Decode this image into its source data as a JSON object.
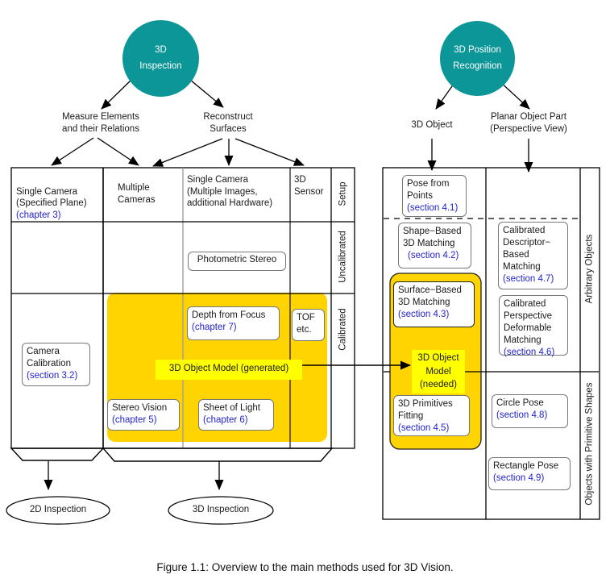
{
  "colors": {
    "teal": "#0d9698",
    "gold": "#ffd400",
    "highlight": "#ffff00",
    "link_blue": "#2323cc"
  },
  "figure": {
    "caption": "Figure 1.1: Overview to the main methods used for 3D Vision."
  },
  "left": {
    "root": "3D\nInspection",
    "branches": {
      "measure": "Measure Elements\nand their Relations",
      "reconstruct": "Reconstruct\nSurfaces"
    },
    "setup_cols": {
      "col1": {
        "title": "Single Camera\n(Specified Plane)",
        "ref": "(chapter 3)"
      },
      "col2": {
        "title": "Multiple\nCameras"
      },
      "col3": {
        "title": "Single Camera\n(Multiple Images,\nadditional Hardware)"
      },
      "col4": {
        "title": "3D\nSensor"
      }
    },
    "row_labels": {
      "setup": "Setup",
      "uncalibrated": "Uncalibrated",
      "calibrated": "Calibrated"
    },
    "boxes": {
      "photometric_stereo": {
        "title": "Photometric Stereo"
      },
      "depth_from_focus": {
        "title": "Depth from Focus",
        "ref": "(chapter 7)"
      },
      "tof": {
        "title": "TOF\netc."
      },
      "camera_calibration": {
        "title": "Camera\nCalibration",
        "ref": "(section 3.2)"
      },
      "stereo_vision": {
        "title": "Stereo Vision",
        "ref": "(chapter 5)"
      },
      "sheet_of_light": {
        "title": "Sheet of Light",
        "ref": "(chapter 6)"
      }
    },
    "model_generated": "3D Object Model (generated)",
    "outputs": {
      "out2d": "2D Inspection",
      "out3d": "3D Inspection"
    }
  },
  "right": {
    "root": "3D Position\nRecognition",
    "branches": {
      "object3d": "3D Object",
      "planar": "Planar Object Part\n(Perspective View)"
    },
    "row_labels": {
      "arbitrary": "Arbitrary Objects",
      "primitive": "Objects with Primitive Shapes"
    },
    "boxes": {
      "pose_from_points": {
        "title": "Pose from\nPoints",
        "ref": "(section 4.1)"
      },
      "shape_based": {
        "title": "Shape−Based\n3D Matching",
        "ref": "(section 4.2)"
      },
      "descriptor_based": {
        "title": "Calibrated\nDescriptor−\nBased\nMatching",
        "ref": "(section 4.7)"
      },
      "surface_based": {
        "title": "Surface−Based\n3D Matching",
        "ref": "(section 4.3)"
      },
      "deformable": {
        "title": "Calibrated\nPerspective\nDeformable\nMatching",
        "ref": "(section 4.6)"
      },
      "primitives_fitting": {
        "title": "3D Primitives\nFitting",
        "ref": "(section 4.5)"
      },
      "circle_pose": {
        "title": "Circle Pose",
        "ref": "(section 4.8)"
      },
      "rectangle_pose": {
        "title": "Rectangle Pose",
        "ref": "(section 4.9)"
      }
    },
    "model_needed": "3D Object\nModel\n(needed)"
  }
}
